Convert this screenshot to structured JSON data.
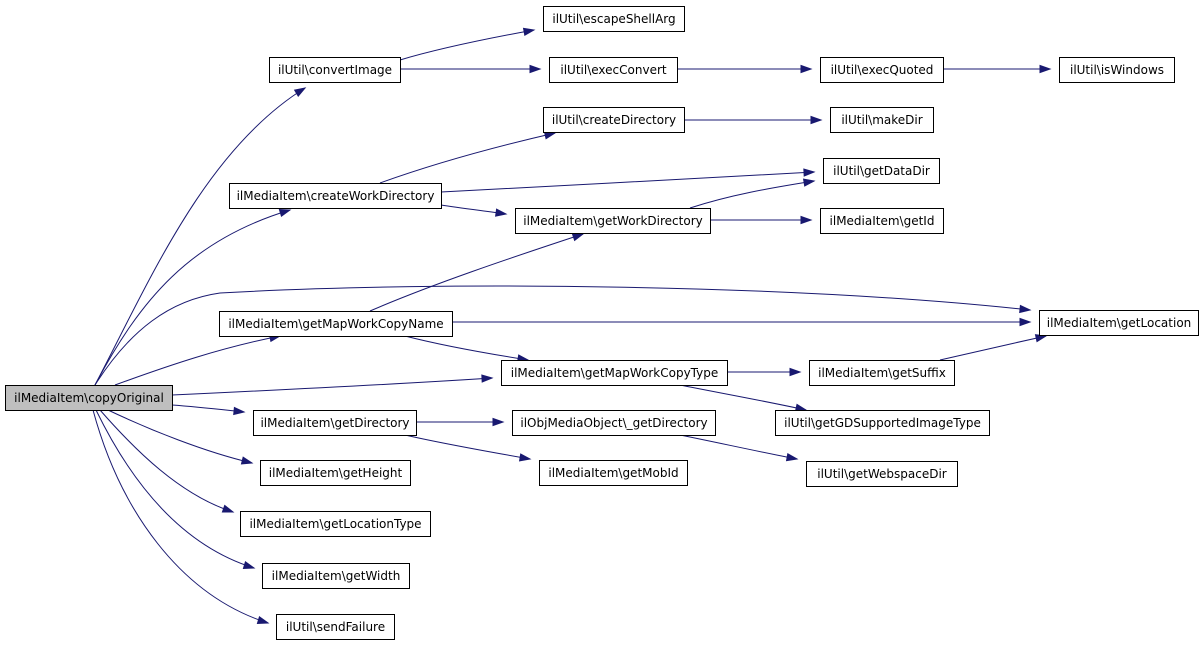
{
  "nodes": [
    {
      "id": "copyOriginal",
      "label": "ilMediaItem\\copyOriginal",
      "root": true
    },
    {
      "id": "convertImage",
      "label": "ilUtil\\convertImage"
    },
    {
      "id": "escapeShellArg",
      "label": "ilUtil\\escapeShellArg"
    },
    {
      "id": "execConvert",
      "label": "ilUtil\\execConvert"
    },
    {
      "id": "execQuoted",
      "label": "ilUtil\\execQuoted"
    },
    {
      "id": "isWindows",
      "label": "ilUtil\\isWindows"
    },
    {
      "id": "createDirectory",
      "label": "ilUtil\\createDirectory"
    },
    {
      "id": "makeDir",
      "label": "ilUtil\\makeDir"
    },
    {
      "id": "createWorkDirectory",
      "label": "ilMediaItem\\createWorkDirectory"
    },
    {
      "id": "getDataDir",
      "label": "ilUtil\\getDataDir"
    },
    {
      "id": "getWorkDirectory",
      "label": "ilMediaItem\\getWorkDirectory"
    },
    {
      "id": "getId",
      "label": "ilMediaItem\\getId"
    },
    {
      "id": "getMapWorkCopyName",
      "label": "ilMediaItem\\getMapWorkCopyName"
    },
    {
      "id": "getLocation",
      "label": "ilMediaItem\\getLocation"
    },
    {
      "id": "getMapWorkCopyType",
      "label": "ilMediaItem\\getMapWorkCopyType"
    },
    {
      "id": "getSuffix",
      "label": "ilMediaItem\\getSuffix"
    },
    {
      "id": "getGDSupportedImageType",
      "label": "ilUtil\\getGDSupportedImageType"
    },
    {
      "id": "getDirectory",
      "label": "ilMediaItem\\getDirectory"
    },
    {
      "id": "objGetDirectory",
      "label": "ilObjMediaObject\\_getDirectory"
    },
    {
      "id": "getMobId",
      "label": "ilMediaItem\\getMobId"
    },
    {
      "id": "getWebspaceDir",
      "label": "ilUtil\\getWebspaceDir"
    },
    {
      "id": "getHeight",
      "label": "ilMediaItem\\getHeight"
    },
    {
      "id": "getLocationType",
      "label": "ilMediaItem\\getLocationType"
    },
    {
      "id": "getWidth",
      "label": "ilMediaItem\\getWidth"
    },
    {
      "id": "sendFailure",
      "label": "ilUtil\\sendFailure"
    }
  ],
  "edges": [
    [
      "copyOriginal",
      "convertImage"
    ],
    [
      "copyOriginal",
      "createWorkDirectory"
    ],
    [
      "copyOriginal",
      "getLocation"
    ],
    [
      "copyOriginal",
      "getMapWorkCopyName"
    ],
    [
      "copyOriginal",
      "getMapWorkCopyType"
    ],
    [
      "copyOriginal",
      "getDirectory"
    ],
    [
      "copyOriginal",
      "getHeight"
    ],
    [
      "copyOriginal",
      "getLocationType"
    ],
    [
      "copyOriginal",
      "getWidth"
    ],
    [
      "copyOriginal",
      "sendFailure"
    ],
    [
      "convertImage",
      "escapeShellArg"
    ],
    [
      "convertImage",
      "execConvert"
    ],
    [
      "execConvert",
      "execQuoted"
    ],
    [
      "execQuoted",
      "isWindows"
    ],
    [
      "createWorkDirectory",
      "createDirectory"
    ],
    [
      "createWorkDirectory",
      "getDataDir"
    ],
    [
      "createWorkDirectory",
      "getWorkDirectory"
    ],
    [
      "createDirectory",
      "makeDir"
    ],
    [
      "getWorkDirectory",
      "getDataDir"
    ],
    [
      "getWorkDirectory",
      "getId"
    ],
    [
      "getMapWorkCopyName",
      "getWorkDirectory"
    ],
    [
      "getMapWorkCopyName",
      "getLocation"
    ],
    [
      "getMapWorkCopyName",
      "getMapWorkCopyType"
    ],
    [
      "getMapWorkCopyType",
      "getSuffix"
    ],
    [
      "getMapWorkCopyType",
      "getGDSupportedImageType"
    ],
    [
      "getSuffix",
      "getLocation"
    ],
    [
      "getDirectory",
      "objGetDirectory"
    ],
    [
      "getDirectory",
      "getMobId"
    ],
    [
      "objGetDirectory",
      "getWebspaceDir"
    ]
  ]
}
